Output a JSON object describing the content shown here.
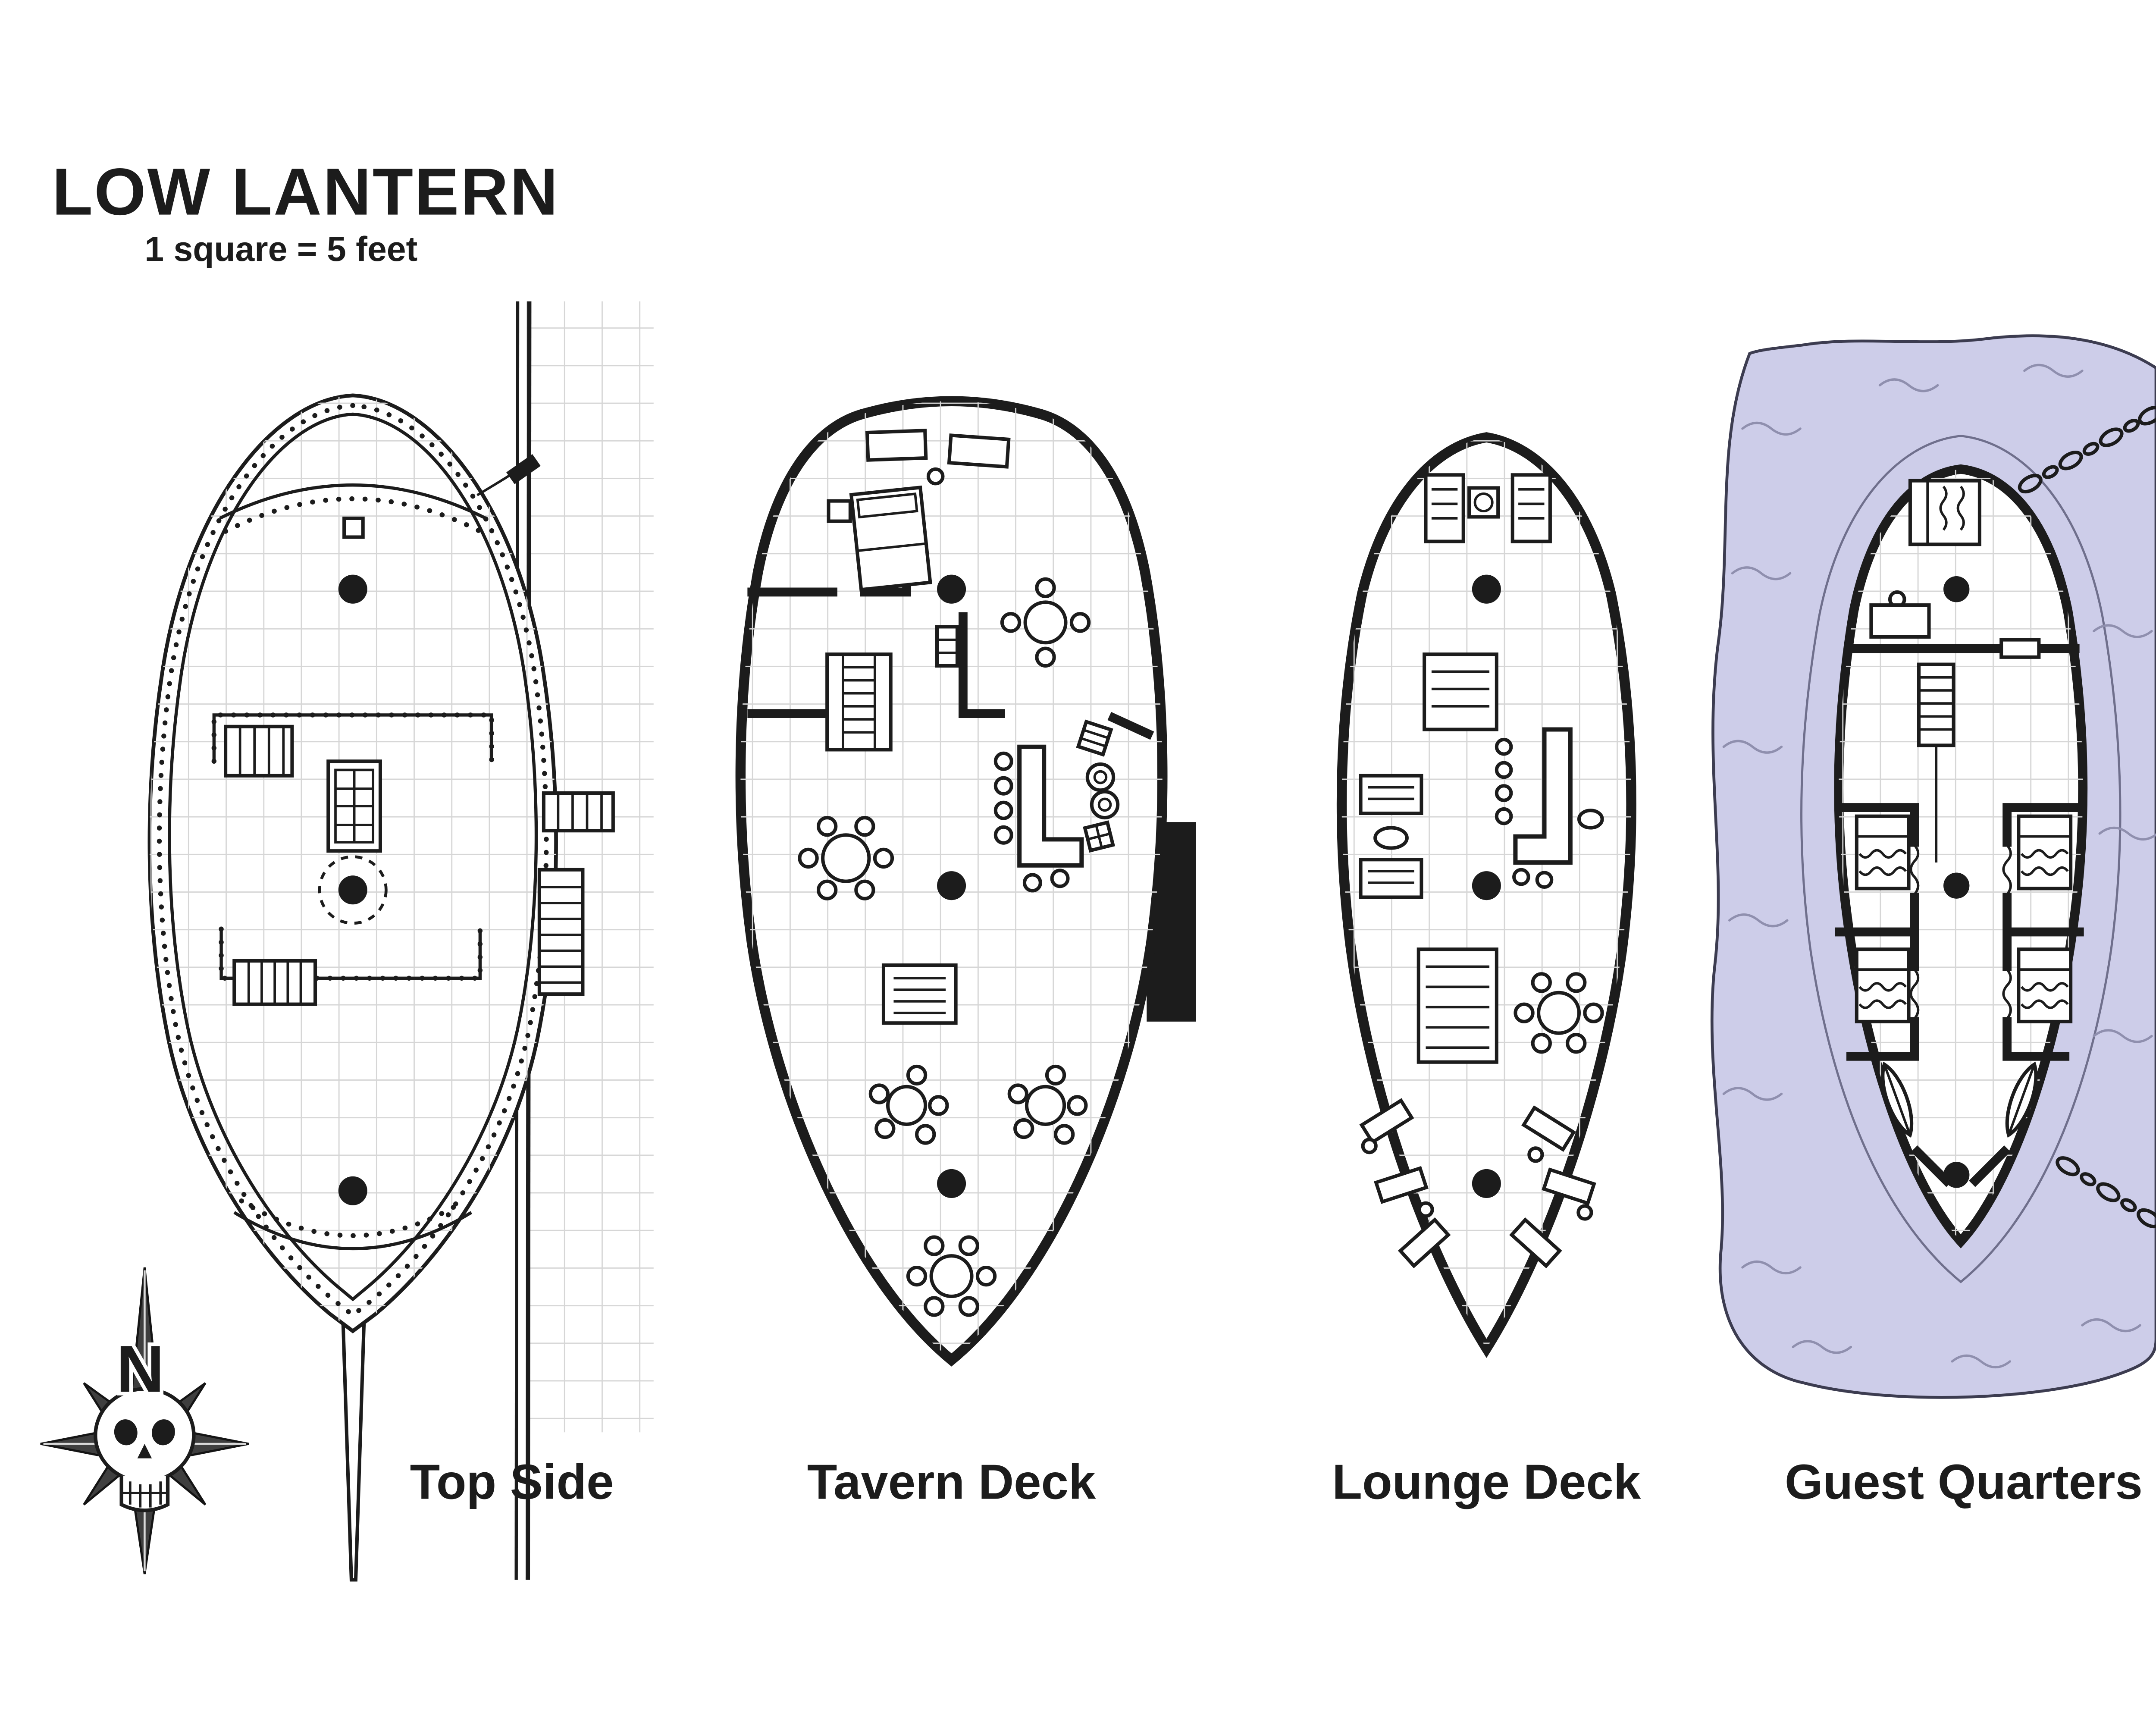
{
  "title": "LOW LANTERN",
  "scale_note": "1 square = 5 feet",
  "compass": {
    "label": "N",
    "icon": "skull-compass-rose"
  },
  "decks": [
    {
      "id": "top-side",
      "label": "Top Side"
    },
    {
      "id": "tavern-deck",
      "label": "Tavern Deck"
    },
    {
      "id": "lounge-deck",
      "label": "Lounge Deck"
    },
    {
      "id": "guest-quarters",
      "label": "Guest Quarters"
    }
  ],
  "colors": {
    "ink": "#1c1c1c",
    "grid": "#d6d6d6",
    "water": "#cdcde9",
    "paper": "#ffffff",
    "water-line": "#8f8fae"
  }
}
